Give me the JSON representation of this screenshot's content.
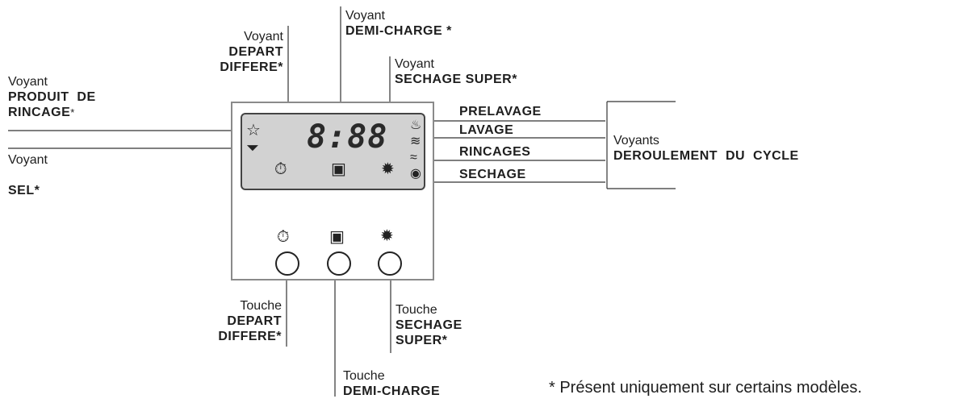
{
  "labels": {
    "demi_charge_light": {
      "word": "Voyant",
      "name": "DEMI-CHARGE *"
    },
    "depart_differe_light": {
      "word": "Voyant",
      "line1": "DEPART",
      "line2": "DIFFERE*"
    },
    "sechage_super_light": {
      "word": "Voyant",
      "name": "SECHAGE SUPER*"
    },
    "produit_rincage_light": {
      "word": "Voyant",
      "line1": "PRODUIT  DE",
      "line2": "RINCAGE",
      "star": "*"
    },
    "sel_light": {
      "word": "Voyant",
      "name": "SEL*"
    }
  },
  "cycle_steps": [
    "PRELAVAGE",
    "LAVAGE",
    "RINCAGES",
    "SECHAGE"
  ],
  "cycle_group": {
    "word": "Voyants",
    "name": "DEROULEMENT  DU  CYCLE"
  },
  "display": {
    "digits": "8:88"
  },
  "touches": {
    "depart_differe": {
      "word": "Touche",
      "line1": "DEPART",
      "line2": "DIFFERE*"
    },
    "demi_charge": {
      "word": "Touche",
      "name": "DEMI-CHARGE"
    },
    "sechage_super": {
      "word": "Touche",
      "line1": "SECHAGE",
      "line2": "SUPER*"
    }
  },
  "footnote": "* Présent uniquement sur certains modèles.",
  "icons": {
    "rinse_aid": "star-outline-icon",
    "salt": "salt-container-icon",
    "timer": "delayed-start-clock-icon",
    "half_load": "half-load-basket-icon",
    "super_dry": "sun-burst-icon",
    "steps": [
      "prewash-icon",
      "wash-icon",
      "rinse-icon",
      "dry-icon"
    ]
  }
}
